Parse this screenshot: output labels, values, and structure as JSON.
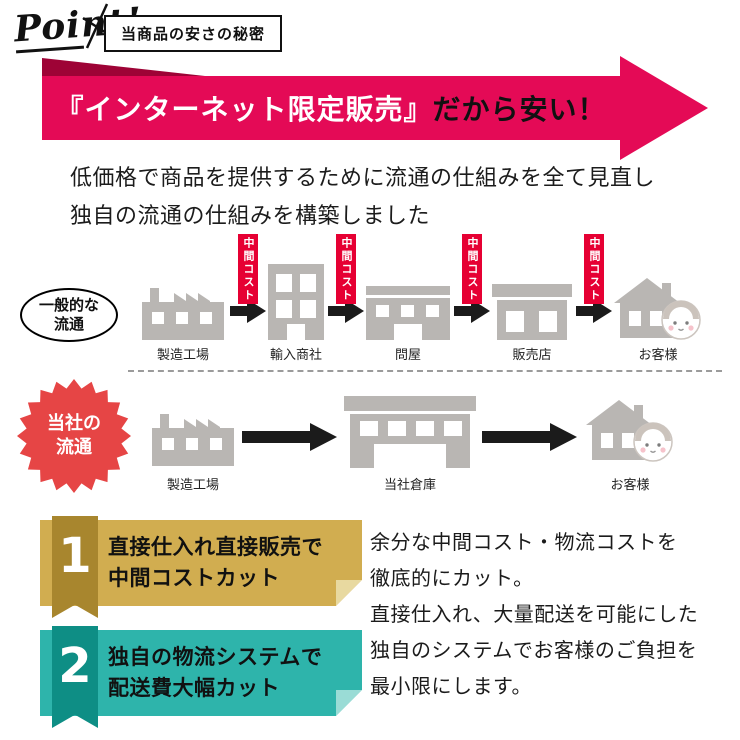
{
  "header": {
    "point_label": "Point!",
    "subtitle": "当商品の安さの秘密"
  },
  "banner": {
    "highlight": "『インターネット限定販売』",
    "rest": "だから安い！"
  },
  "intro": {
    "line1": "低価格で商品を提供するために流通の仕組みを全て見直し",
    "line2": "独自の流通の仕組みを構築しました"
  },
  "flow_general": {
    "label_line1": "一般的な",
    "label_line2": "流通",
    "cost_tag": "中間コスト",
    "nodes": [
      {
        "label": "製造工場"
      },
      {
        "label": "輸入商社"
      },
      {
        "label": "問屋"
      },
      {
        "label": "販売店"
      },
      {
        "label": "お客様"
      }
    ]
  },
  "flow_company": {
    "label_line1": "当社の",
    "label_line2": "流通",
    "nodes": [
      {
        "label": "製造工場"
      },
      {
        "label": "当社倉庫"
      },
      {
        "label": "お客様"
      }
    ]
  },
  "points": [
    {
      "number": "1",
      "line1": "直接仕入れ直接販売で",
      "line2": "中間コストカット"
    },
    {
      "number": "2",
      "line1": "独自の物流システムで",
      "line2": "配送費大幅カット"
    }
  ],
  "description": {
    "line1": "余分な中間コスト・物流コストを",
    "line2": "徹底的にカット。",
    "line3": "直接仕入れ、大量配送を可能にした",
    "line4": "独自のシステムでお客様のご負担を",
    "line5": "最小限にします。"
  },
  "icons": [
    "slash-mark-icon",
    "factory-icon",
    "office-building-icon",
    "wholesaler-building-icon",
    "retail-store-icon",
    "house-icon",
    "customer-face-icon",
    "warehouse-icon",
    "arrow-right-icon",
    "starburst-badge",
    "cost-tag"
  ],
  "colors": {
    "banner_pink": "#e40a56",
    "banner_fold": "#9e0336",
    "cost_tag_red": "#e60033",
    "badge_red": "#e64545",
    "point1_gold": "#d1ad50",
    "point1_gold_dark": "#a8862e",
    "point2_teal": "#2eb4ab",
    "point2_teal_dark": "#0e8e85",
    "building_gray": "#b9b6b3"
  }
}
